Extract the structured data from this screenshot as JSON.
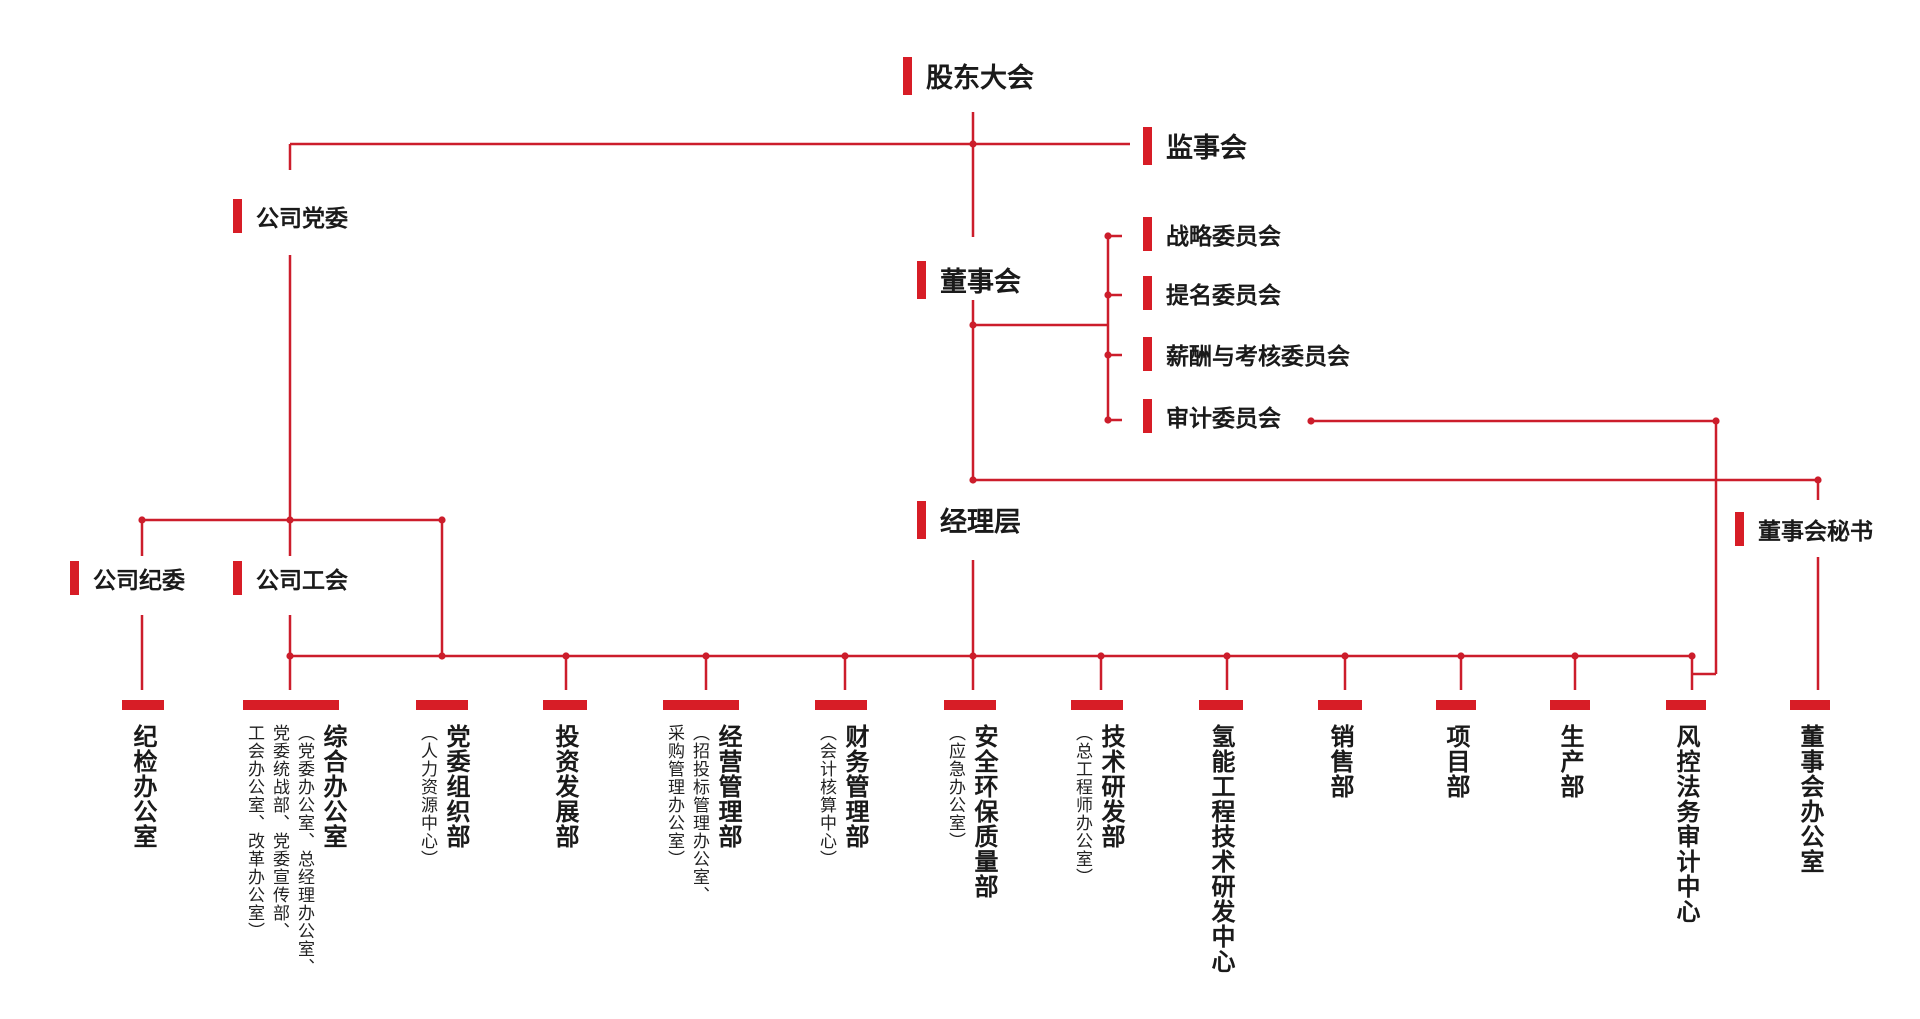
{
  "nodes": {
    "shareholders": "股东大会",
    "supervisory_board": "监事会",
    "party_committee": "公司党委",
    "board": "董事会",
    "strategy_committee": "战略委员会",
    "nomination_committee": "提名委员会",
    "compensation_committee": "薪酬与考核委员会",
    "audit_committee": "审计委员会",
    "management": "经理层",
    "board_secretary": "董事会秘书",
    "discipline_committee": "公司纪委",
    "trade_union": "公司工会"
  },
  "departments": [
    {
      "name": "纪检办公室",
      "notes": []
    },
    {
      "name": "综合办公室",
      "notes": [
        "（党委办公室、总经理办公室、",
        "党委统战部、党委宣传部、",
        "工会办公室、改革办公室）"
      ]
    },
    {
      "name": "党委组织部",
      "notes": [
        "（人力资源中心）"
      ]
    },
    {
      "name": "投资发展部",
      "notes": []
    },
    {
      "name": "经营管理部",
      "notes": [
        "（招投标管理办公室、",
        "采购管理办公室）"
      ]
    },
    {
      "name": "财务管理部",
      "notes": [
        "（会计核算中心）"
      ]
    },
    {
      "name": "安全环保质量部",
      "notes": [
        "（应急办公室）"
      ]
    },
    {
      "name": "技术研发部",
      "notes": [
        "（总工程师办公室）"
      ]
    },
    {
      "name": "氢能工程技术研发中心",
      "notes": []
    },
    {
      "name": "销售部",
      "notes": []
    },
    {
      "name": "项目部",
      "notes": []
    },
    {
      "name": "生产部",
      "notes": []
    },
    {
      "name": "风控法务审计中心",
      "notes": []
    },
    {
      "name": "董事会办公室",
      "notes": []
    }
  ],
  "colors": {
    "accent": "#d71d26",
    "line": "#cc1d2b",
    "text": "#1a1a1a"
  }
}
